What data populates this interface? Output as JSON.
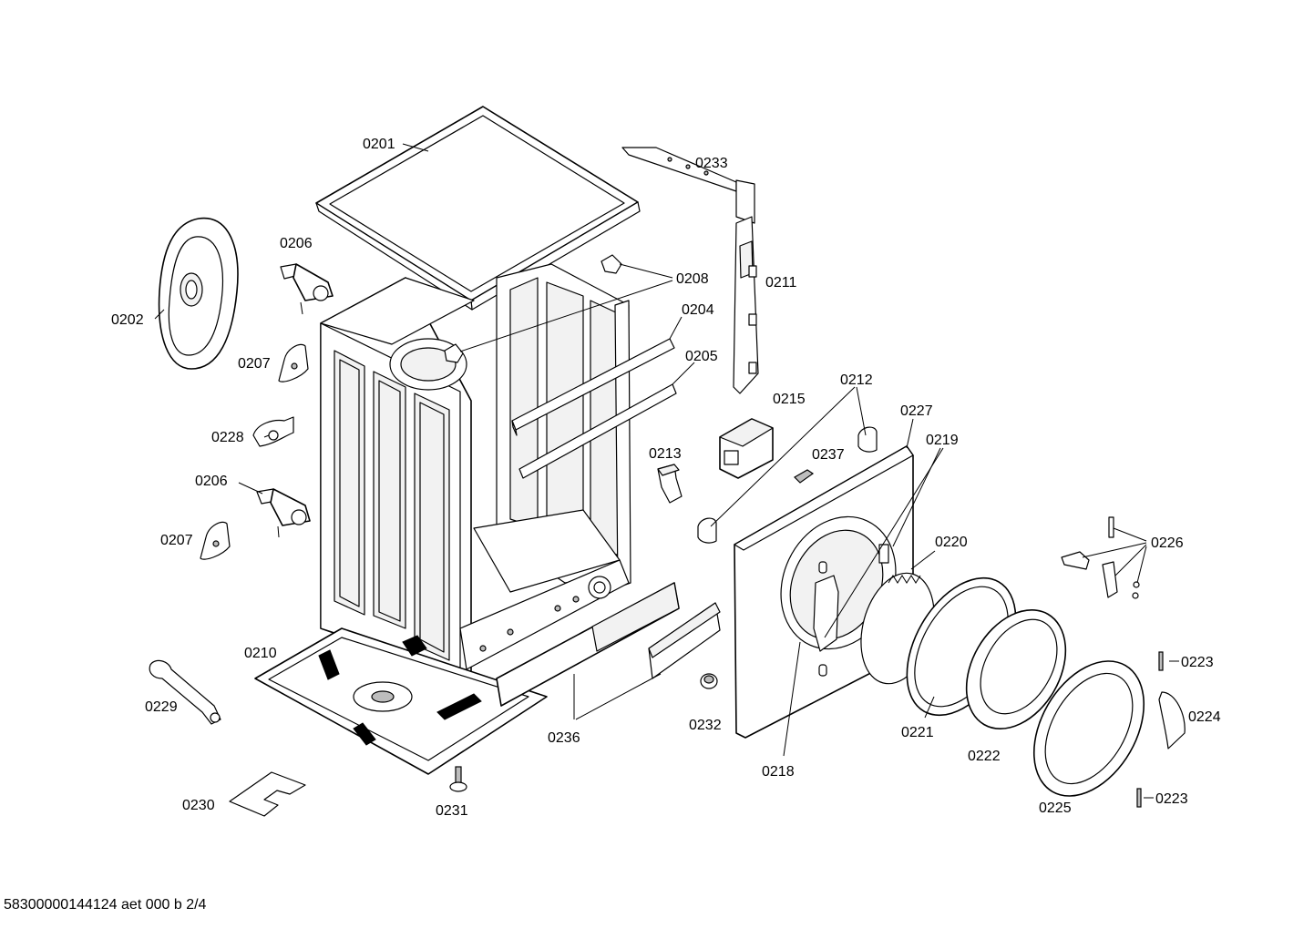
{
  "footer": "58300000144124 aet 000 b 2/4",
  "labels": {
    "l0201": "0201",
    "l0202": "0202",
    "l0204": "0204",
    "l0205": "0205",
    "l0206a": "0206",
    "l0206b": "0206",
    "l0207a": "0207",
    "l0207b": "0207",
    "l0208": "0208",
    "l0210": "0210",
    "l0211": "0211",
    "l0212": "0212",
    "l0213": "0213",
    "l0215": "0215",
    "l0218": "0218",
    "l0219": "0219",
    "l0220": "0220",
    "l0221": "0221",
    "l0222": "0222",
    "l0223a": "0223",
    "l0223b": "0223",
    "l0224": "0224",
    "l0225": "0225",
    "l0226": "0226",
    "l0227": "0227",
    "l0228": "0228",
    "l0229": "0229",
    "l0230": "0230",
    "l0231": "0231",
    "l0232": "0232",
    "l0233": "0233",
    "l0236": "0236",
    "l0237": "0237"
  }
}
